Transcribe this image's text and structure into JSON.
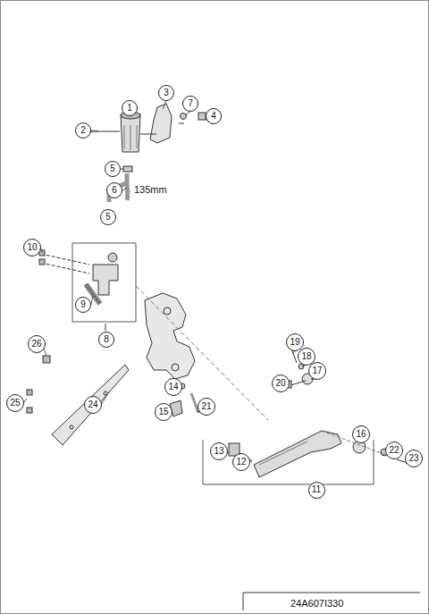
{
  "diagram": {
    "nodes": [
      {
        "text": [
          "3"
        ]
      },
      {
        "text": [
          "7"
        ]
      },
      {
        "text": [
          "1"
        ]
      },
      {
        "text": [
          "4"
        ]
      },
      {
        "text": [
          "2"
        ]
      },
      {
        "text": [
          "5"
        ]
      },
      {
        "text": [
          "6"
        ]
      },
      {
        "text": [
          "5"
        ]
      },
      {
        "text": [
          "10"
        ]
      },
      {
        "text": [
          "9"
        ]
      },
      {
        "text": [
          "8"
        ]
      },
      {
        "text": [
          "19"
        ]
      },
      {
        "text": [
          "26"
        ]
      },
      {
        "text": [
          "18"
        ]
      },
      {
        "text": [
          "17"
        ]
      },
      {
        "text": [
          "20"
        ]
      },
      {
        "text": [
          "14"
        ]
      },
      {
        "text": [
          "25"
        ]
      },
      {
        "text": [
          "24"
        ]
      },
      {
        "text": [
          "21"
        ]
      },
      {
        "text": [
          "15"
        ]
      },
      {
        "text": [
          "16"
        ]
      },
      {
        "text": [
          "22"
        ]
      },
      {
        "text": [
          "13"
        ]
      },
      {
        "text": [
          "23"
        ]
      },
      {
        "text": [
          "12"
        ]
      },
      {
        "text": [
          "11"
        ]
      }
    ],
    "edges": [],
    "labels": [
      "135mm",
      "24A607I330"
    ]
  }
}
